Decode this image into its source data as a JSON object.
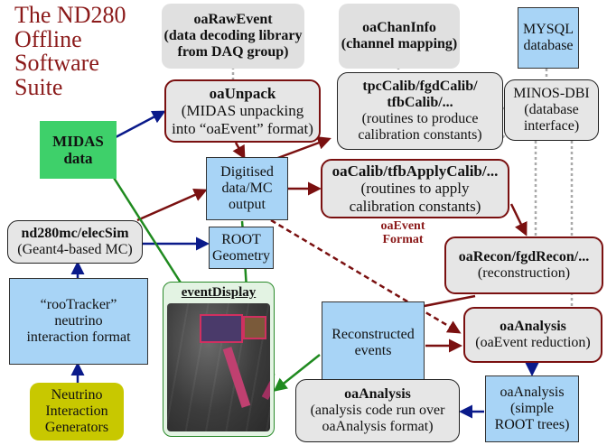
{
  "title": {
    "line1": "The ND280",
    "line2": "Offline",
    "line3": "Software",
    "line4": "Suite"
  },
  "boxes": {
    "oaRawEvent": {
      "name": "oaRawEvent",
      "line1": "(data decoding library",
      "line2": "from DAQ group)"
    },
    "oaChanInfo": {
      "name": "oaChanInfo",
      "line1": "(channel mapping)"
    },
    "mysql": {
      "line1": "MYSQL",
      "line2": "database"
    },
    "oaUnpack": {
      "name": "oaUnpack",
      "line1": "(MIDAS unpacking",
      "line2": "into “oaEvent” format)"
    },
    "tpcCalib": {
      "line1": "tpcCalib/fgdCalib/",
      "line2": "tfbCalib/...",
      "line3": "(routines to produce",
      "line4": "calibration constants)"
    },
    "minos": {
      "line1": "MINOS-DBI",
      "line2": "(database",
      "line3": "interface)"
    },
    "midas": {
      "line1": "MIDAS",
      "line2": "data"
    },
    "digitised": {
      "line1": "Digitised",
      "line2": "data/MC",
      "line3": "output"
    },
    "oaCalib": {
      "name": "oaCalib/tfbApplyCalib/...",
      "line1": "(routines to apply",
      "line2": "calibration constants)"
    },
    "nd280mc": {
      "name": "nd280mc/elecSim",
      "line1": "(Geant4-based MC)"
    },
    "rootGeometry": {
      "line1": "ROOT",
      "line2": "Geometry"
    },
    "oaRecon": {
      "name": "oaRecon/fgdRecon/...",
      "line1": "(reconstruction)"
    },
    "rooTracker": {
      "line1": "“rooTracker”",
      "line2": "neutrino",
      "line3": "interaction format"
    },
    "eventDisplay": {
      "name": "eventDisplay"
    },
    "reconstructed": {
      "line1": "Reconstructed",
      "line2": "events"
    },
    "oaAnalysisMain": {
      "name": "oaAnalysis",
      "line1": "(oaEvent reduction)"
    },
    "generators": {
      "line1": "Neutrino",
      "line2": "Interaction",
      "line3": "Generators"
    },
    "oaAnalysisCode": {
      "name": "oaAnalysis",
      "line1": "(analysis code run over",
      "line2": "oaAnalysis format)"
    },
    "oaAnalysisTrees": {
      "line1": "oaAnalysis",
      "line2": "(simple",
      "line3": "ROOT trees)"
    }
  },
  "format_label": {
    "line1": "oaEvent",
    "line2": "Format"
  },
  "colors": {
    "dark_red": "#7a1010",
    "navy": "#0a1a8a",
    "green_arrow": "#1f8a1f",
    "blue_box": "#a8d4f6",
    "gray_box": "#e6e6e6"
  }
}
